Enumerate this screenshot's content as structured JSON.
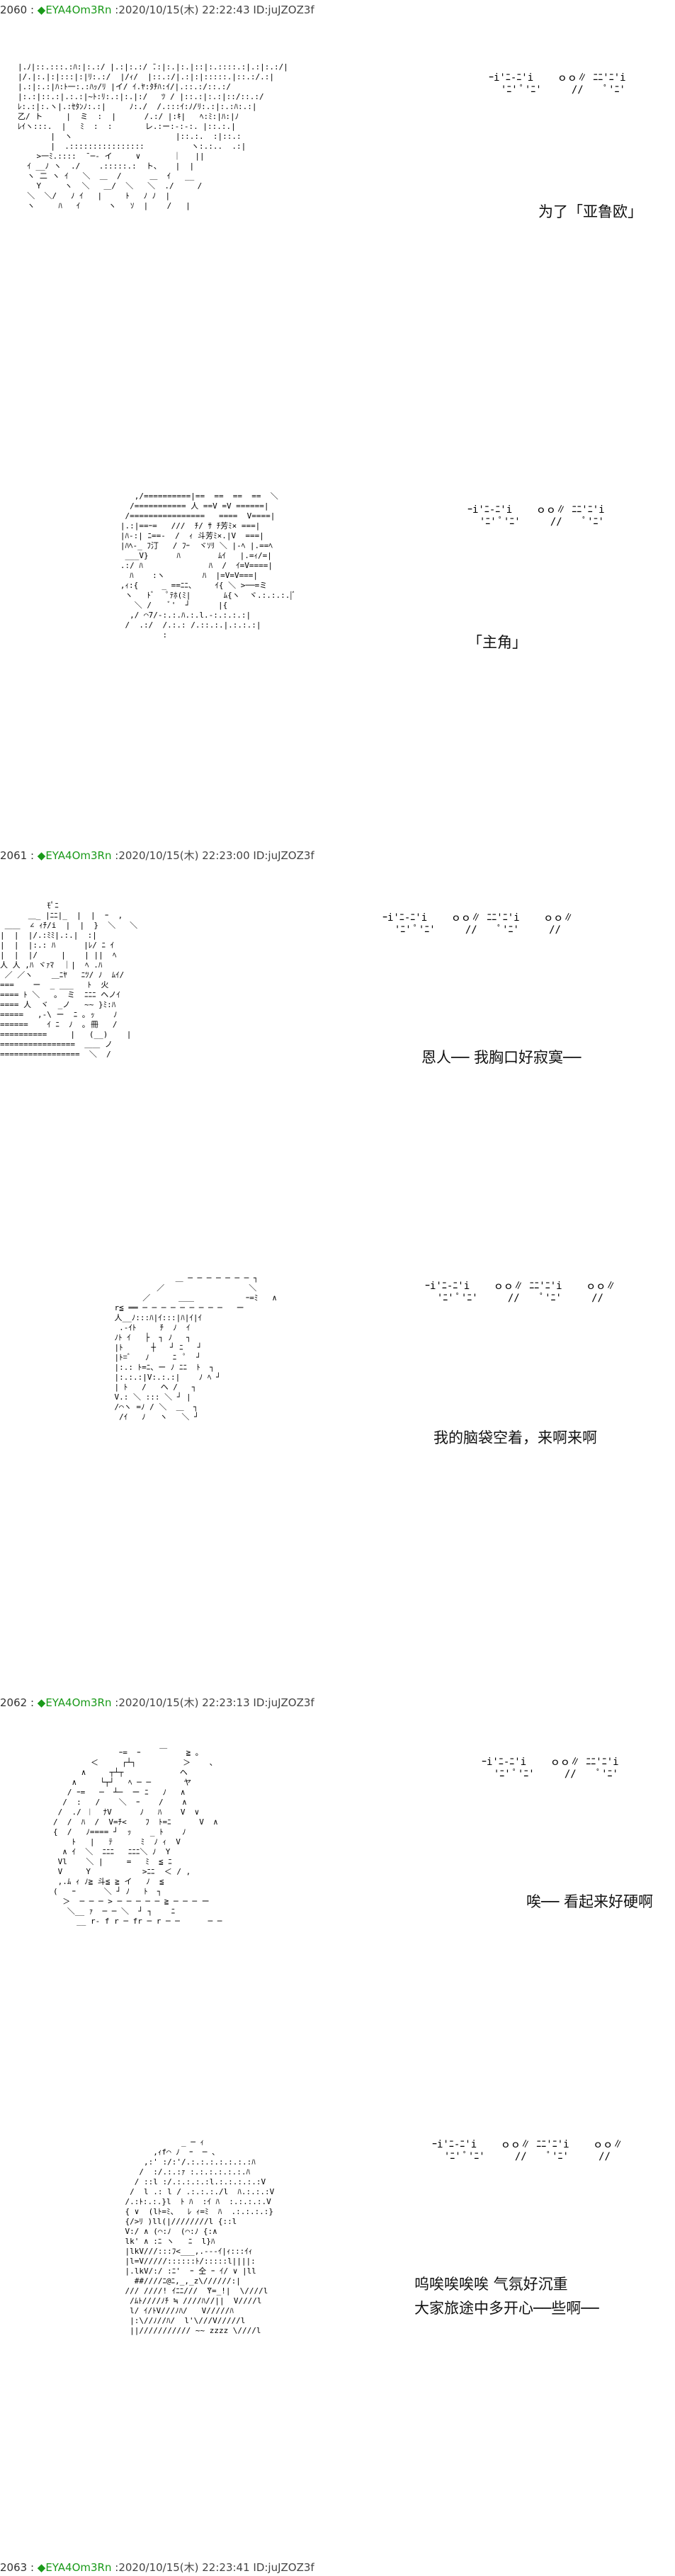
{
  "posts": [
    {
      "header": {
        "num": "2060 :",
        "name": "◆EYA4Om3Rn",
        "meta": ":2020/10/15(木) 22:22:43 ID:juJZOZ3f"
      },
      "panels": [
        {
          "art": "|.ﾉ|::.:::.:ﾊ:|:.:/ |.:|:.:/ ̄.:|:.|:.|::|:.::::.:|.:|:.:/|\n|/.|:.|:|:::|:|ﾘ:.:/  |/ｨ/  |::.:/|.:|:|:::::.|::.:/.:|\n|.:|:.:|ﾊ:ﾄ一:.:ﾊｯ/ﾘ |イ/ ｲ.ﾔ:ﾀﾁﾊ:ｲ/|.::.:/::.:/\n|:.:|::.:|.:.:|~ﾄ:ﾘ:.:|:.|:/   ﾂ / |::.:|:.:|::/::.:/\nﾚ:.:|:.ヽ|.:ｾﾀﾝﾉ:.:|     ﾉ:./  /.:::ｲ:ﾉ/ﾘ:.:|:.:ﾊ:.:|\n乙/ ト     |  ミ  :  |      /.:/ |:ｷ|   ﾍ:ﾐ:|ﾊ:|ﾉ\nﾚｲヽ:::.  |   ﾐ  :  :       レ.:ー:‐:‐:. |::.:.|\n       |  ヽ                      |::.:.  :|::.:\n       |  .::::::::::::::::          ヽ:.:..  .:|\n    >一ﾐ.::::  ̄ ─- イ     ∨       ｜   ||\n  ｲ __ﾉ ヽ  ./    .:::::.:  ト、   |  | \n  ヽ 二 ヽ ｲ   ＼  ＿  /      ＿  ｲ   __ \n    Y     ヽ  ＼   ＿/  ＼   ＼  ./     / \n  ＼  ＼/   ﾉ ｲ   |     ﾄ   ﾉ ﾉ  |  \n  ヽ     ﾊ   ｲ      ヽ   ｿ  |    /   |",
          "sfx": "ｰi'ﾆ‐ﾆ'i    ｏｏ∥ ﾆﾆ'ﾆ'i\n  'ﾆ' ﾟ'ﾆ'     //    ﾟ'ﾆ'",
          "caption": "为了「亚鲁欧」"
        },
        {
          "art": "      ,/==========|==  ==  ==  ==  ＼\n     /=========== 人 ==V =V ======|\n    /================   ====  V====|\n   |.:|==ｰ=   ///  ﾁ/ ｻ ﾁ芳ﾐ× ===|\n   |ﾊ-:| ﾆ==-  /  ｨ 斗芳ﾐ×.|V  ===|\n   |ﾊﾍ-_ ﾌ汀   / ﾌｰ  ヾｿﾘ ＼ |-ﾍ |.==ﾍ\n    ___V}      ﾊ        ﾑｲ   |.=ｨ/=|\n   .:/ ﾊ              ﾊ  /  ｲ=V====|\n     ﾊ    :ヽ        ﾊ  |=V=V===|\n   ,ｨ:{     _ ==ﾆﾆ、    ｲ{ ＼ >──=ミ\n    ヽ   ﾄﾞ   ﾟﾃﾎ(ﾐ|       ﾑ{ヽ  ヾ.:.:.:.|ﾞ\n      ＼ /    ﾞ'  ┘      |{\n     ,/ ⌒7/‐:.:.ﾊ.:.l.-:.:.:.:|\n    /  .:/  /.:.: /.::.:.|.:.:.:|\n            :",
          "sfx": "ｰi'ﾆ‐ﾆ'i    ｏｏ∥ ﾆﾆ'ﾆ'i\n  'ﾆ' ﾟ'ﾆ'     //    ﾟ'ﾆ'",
          "caption": "「主角」"
        }
      ]
    },
    {
      "header": {
        "num": "2061 :",
        "name": "◆EYA4Om3Rn",
        "meta": ":2020/10/15(木) 22:23:00 ID:juJZOZ3f"
      },
      "panels": [
        {
          "art": "          ﾓﾟﾆ\n      ＿_ |ﾆﾆ|_  |  |  ｰ  ,\n ＿＿  ∠ ｨﾁ/i  |  |  }  ＼   ＼\n|  |  |/.:ﾐﾐ|.:.|  :|\n|  |  |:.: ﾊ      |ﾚ/ ﾆ ｲ\n|  |  |/     |    | ||  ﾍ\n人 人 ,ﾊ ヾｧﾏ  ｜|  ﾍ .ﾊ\n ／ ／ヽ    ＿ﾆﾔ   ﾆﾂ/ ﾉ  ﾑｲ/\n===    ー  _ ___   ﾄ  火\n==== ﾄ ＼   ｡  ミ  ﾆﾆﾆ ヘノｲ\n==== 人  ヾ  _ノ   ~~ }ﾐ:ﾊ\n=====   ,-\\ ー  ﾆ ｡ ｯ    ﾉ\n======    ｲ ﾆ  ﾉ  ｡ 冊   /\n==========     |   (__)    |\n================  ＿＿ ノ\n=================  ＼  /",
          "sfx": "ｰi'ﾆ‐ﾆ'i    ｏｏ∥ ﾆﾆ'ﾆ'i    ｏｏ∥\n  'ﾆ' ﾟ'ﾆ'     //    ﾟ'ﾆ'     //",
          "caption": "恩人── 我胸口好寂寞──"
        },
        {
          "art": "                 ＿ ─ ─ ─ ─ ─ ─ ─ ┐\n             ／                  ＼\n          ／      ＿＿           ｰ=ﾐ   ∧\n    r≦ ══ ─ ─ ─ ─ ─ ─ ─ ─ ─   ー\n    人__ﾉ:::ﾊ|ｲ:::|ﾊ|ｲ|ｲ\n     .-ｲﾄ     ﾁ  ﾉ  ｲ\n    ﾉﾄ ｲ   ├  ┐ ﾉ   ┐\n    |ﾄ      ┼   ┘ ﾆ   ┘\n    |ﾄ=ﾞ   ﾉ     ﾆ  ﾟ  ┘\n    |:.: ﾄ=ﾆ、ー ﾉ ﾆﾆ  ﾄ  ┐\n    |:.:.:|V:.:.:|    ﾉ ﾍ ┘\n    | ﾄ   /   ヘ /   ┐\n    V.: ＼ ::: ＼ ┘ | \n    /⌒ヽ =ﾉ / ＼  ＿  ┐\n     /ｲ   ﾉ   ヽ   ＼ ┘",
          "sfx": "ｰi'ﾆ‐ﾆ'i    ｏｏ∥ ﾆﾆ'ﾆ'i    ｏｏ∥\n  'ﾆ' ﾟ'ﾆ'     //    ﾟ'ﾆ'     //",
          "caption": "我的脑袋空着，来啊来啊"
        }
      ]
    },
    {
      "header": {
        "num": "2062 :",
        "name": "◆EYA4Om3Rn",
        "meta": ":2020/10/15(木) 22:23:13 ID:juJZOZ3f"
      },
      "panels": [
        {
          "art": "              ｰ=  ｰ    ￣    ≧ ｡\n        ＜     ┌┴┐          ＞    、\n      ∧     ┬┴┬            ヘ\n    ∧     └┬┘   ﾍ ─ ─       ヤ\n   / ｰ=   ─  ┴─  ー ﾆ   ﾉ   ∧\n  /  :   /    ＼  ｰ    /    ∧\n /  ./ ︱  ﾅV      ﾉ   ﾊ    V  ∨\n/  /  ﾊ  /  V=ﾁ<    ﾌ  ﾄ=ﾆ      V  ∧\n{  /   ﾉ==== ┘  ｯ    _ ﾄ    ﾉ\n    ﾄ   |   ﾃ      ﾐ  ﾉ ｨ  V\n  ∧ ｲ  ＼  ﾆﾆﾆ   ﾆﾆﾆ＼ ﾉ  Y\n Vl    ＼ |     =   ﾐ  ≦ ﾆ\n V     Y           >ﾆﾆ  ＜ / ,\n ,.ﾑ ｨ ﾉ≧ 斗≦ ≧ イ   ﾉ  ≦\n(   ｰ      ＼ ┘ ﾉ   ﾄ  ┐    \n  ＞  ─ ─ ─ > ─ ─ ─ ─ ─ ≧ ─ ─ ─ ー\n   ＼__ ｧ  ─ ─ ＼  ┘ ┐    ﾆ    \n     __ r- f r ─ fr ─ r ─ ─      ─ ─",
          "sfx": "ｰi'ﾆ‐ﾆ'i    ｏｏ∥ ﾆﾆ'ﾆ'i\n  'ﾆ' ﾟ'ﾆ'     //    ﾟ'ﾆ'",
          "caption": "唉── 看起来好硬啊"
        },
        {
          "art": "                _ ─ ｨ\n          ,ｨf⌒ ﾉ  ｰ  ─ 、\n        ,:' :/:'/.:.:.:.:.:.:.:ﾊ\n       /  :/.:.:ｧ :.:.:.:.:.:.ﾊ\n      / ::l :/.:.:.:.:l.:.:.:.:.:V\n     /  l .: l / .:.:.:./l  ﾊ.:.:.:V\n    /.:ﾄ:.:.}l  ﾄ ﾊ  :ｲ ﾊ  :.:.:.:.V\n    { ∨  (lﾄ=ﾐ、  ﾚ ｨ=ﾐ  ﾊ  .:.:.:.:}\n    {/>ﾘ )ll(|////////l {::l\n    V:/ ∧ (⌒:ﾉ  (⌒:ﾉ {:∧\n    lk' ∧ :ﾆ ヽ   ﾆ  l}ﾊ\n    |lkV///:::ﾌ<___,.---ｲ|ｨ:::ｲｨ\n    |l=V/////::::::ﾄ/:::::l||||:\n    |.lkV/:/ :ﾆ'  ｰ 仝 ｰ ｲ/ ∨ |ll\n      ##////ﾆ@ﾆ,_,_z\\//////:|\n    /// ////! ｲﾆﾆ///  ̄Y=_!|  \\////l\n     /ﾑﾄ////ﾉﾁ ≒ ////ﾊ//||  V////l\n     l/ ｲ/ﾄV///ﾉﾊ/   V/////ﾊ\n     |:\\//ﾉ//ﾊ/  l'\\///V/////l\n     ||/////////// ~~ zzzz \\////l",
          "sfx": "ｰi'ﾆ‐ﾆ'i    ｏｏ∥ ﾆﾆ'ﾆ'i    ｏｏ∥\n  'ﾆ' ﾟ'ﾆ'     //    ﾟ'ﾆ'     //",
          "caption_lines": [
            "呜唉唉唉唉 气氛好沉重",
            "大家旅途中多开心──些啊──"
          ]
        }
      ]
    },
    {
      "header": {
        "num": "2063 :",
        "name": "◆EYA4Om3Rn",
        "meta": ":2020/10/15(木) 22:23:41 ID:juJZOZ3f"
      }
    }
  ]
}
